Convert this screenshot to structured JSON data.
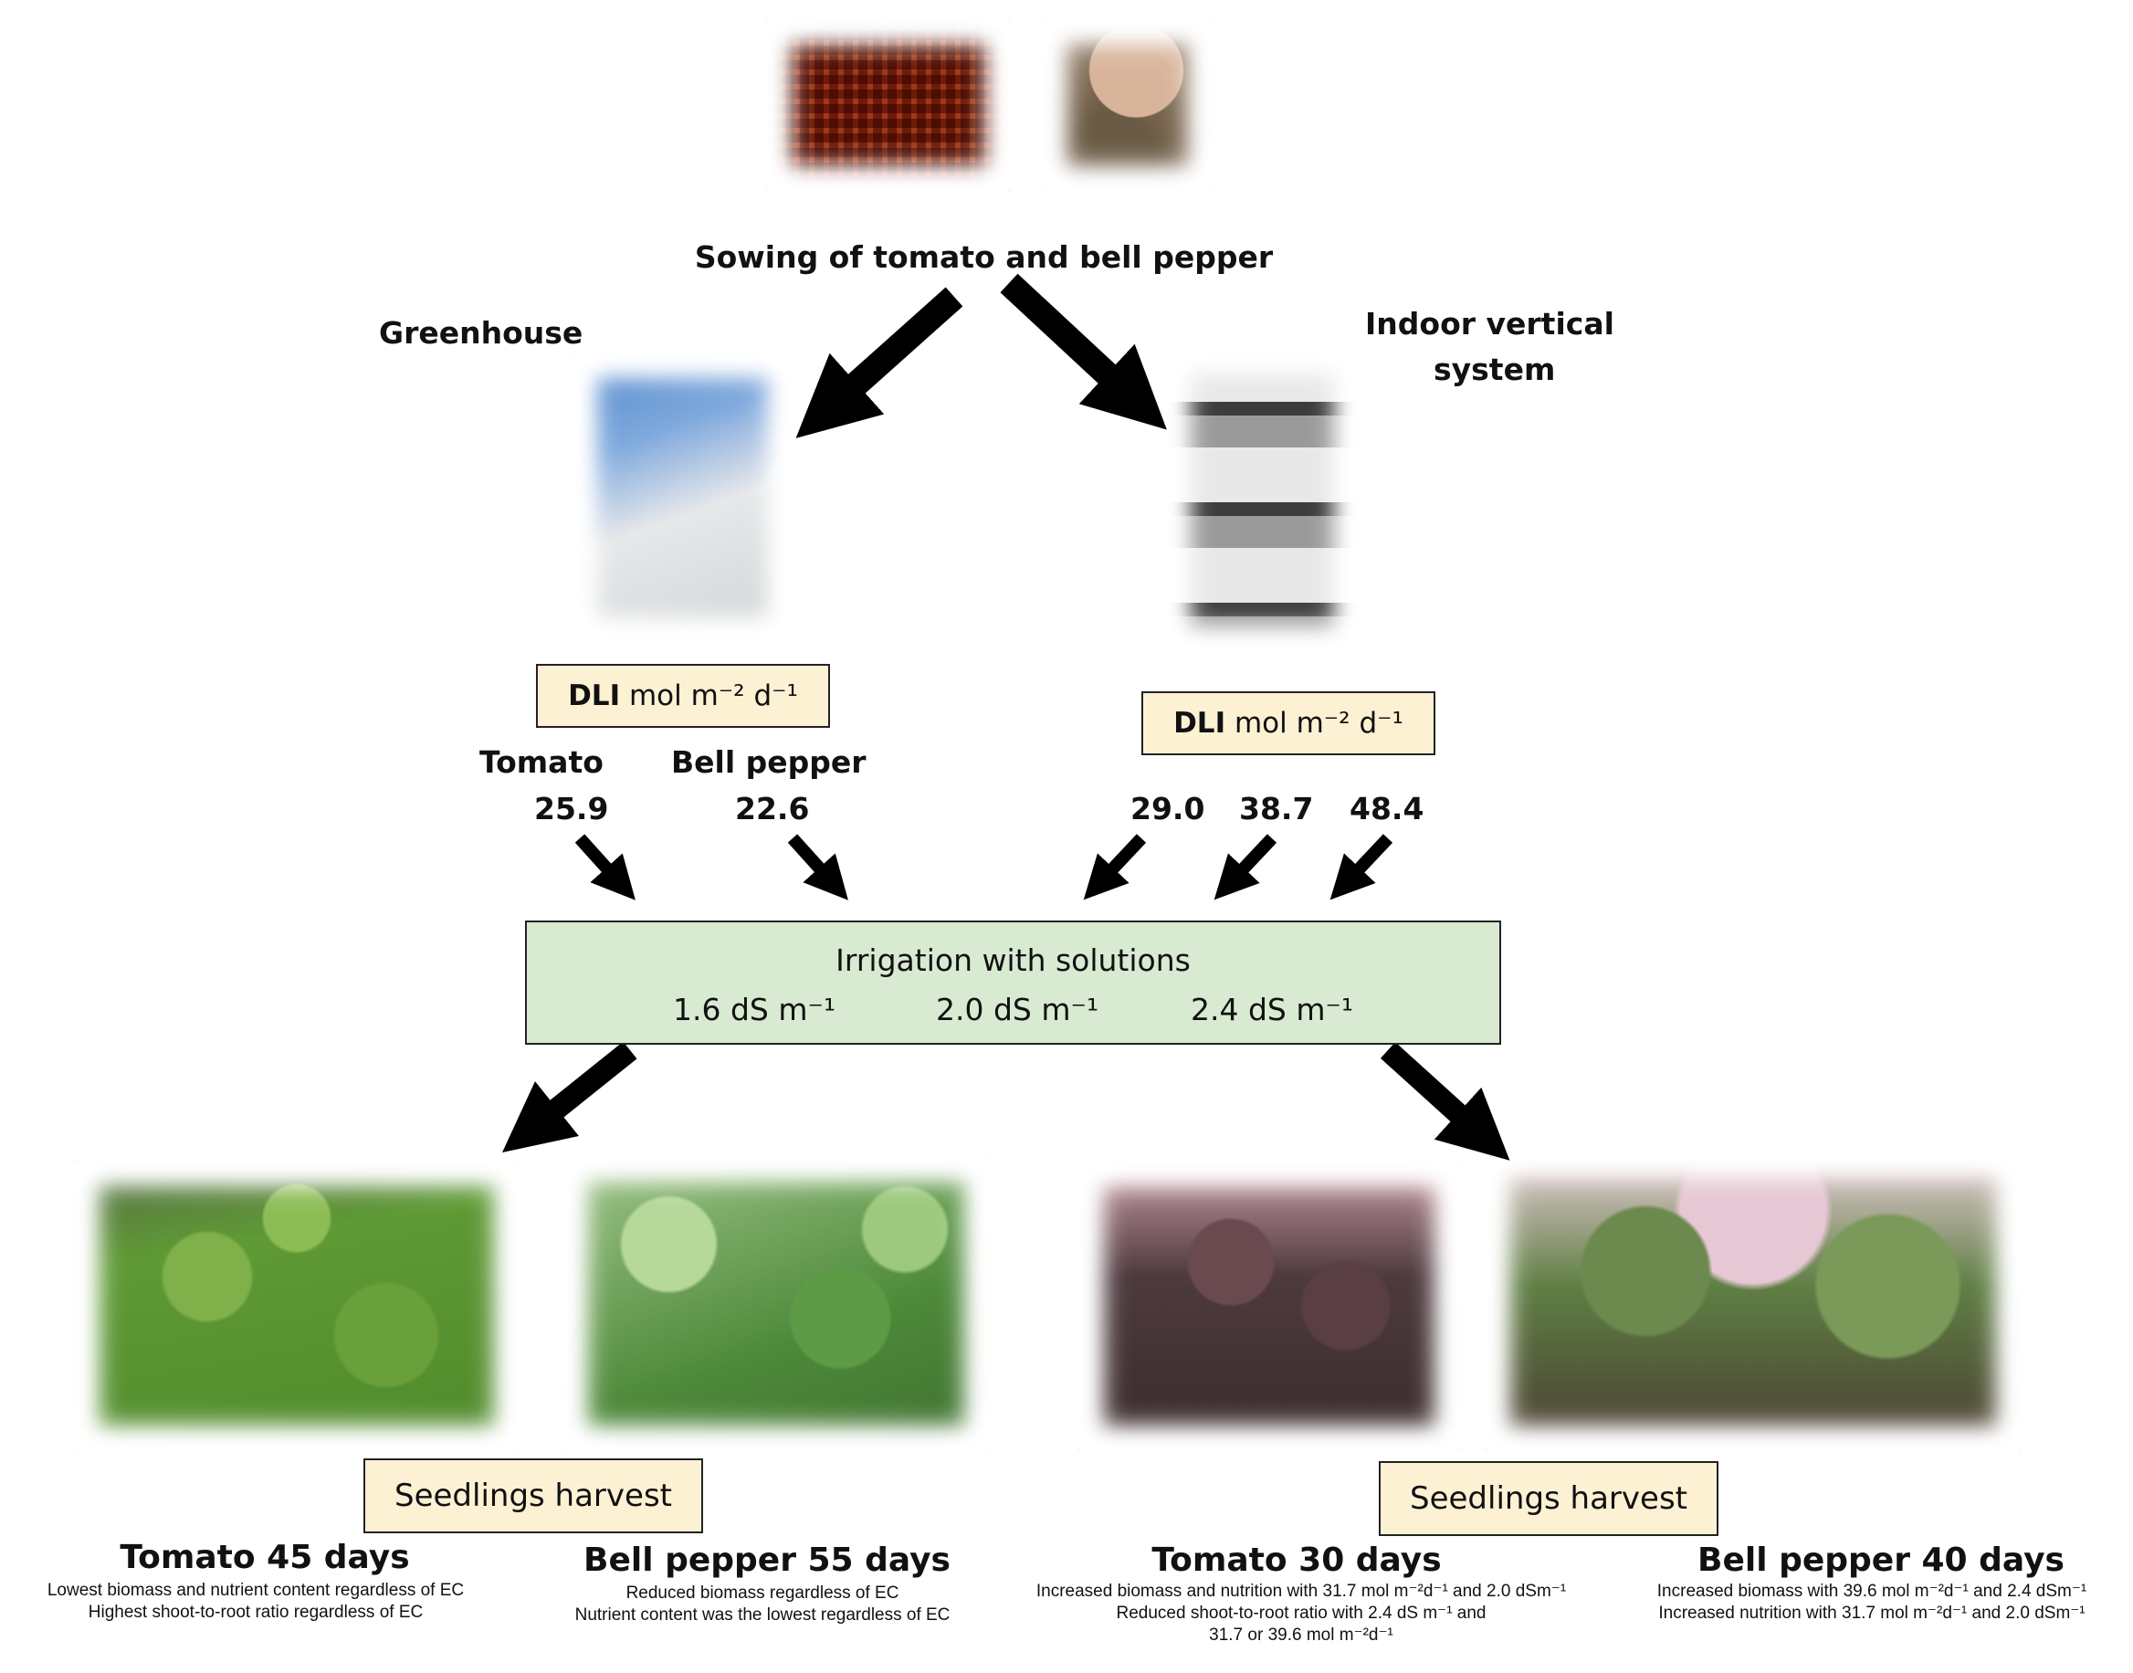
{
  "sowing": {
    "title": "Sowing of tomato and bell pepper"
  },
  "greenhouse": {
    "label": "Greenhouse",
    "dli_label": "DLI",
    "dli_unit": "mol m⁻² d⁻¹",
    "crops": [
      "Tomato",
      "Bell pepper"
    ],
    "values": [
      "25.9",
      "22.6"
    ]
  },
  "indoor": {
    "label_line1": "Indoor vertical",
    "label_line2": "system",
    "dli_label": "DLI",
    "dli_unit": "mol m⁻² d⁻¹",
    "values": [
      "29.0",
      "38.7",
      "48.4"
    ]
  },
  "irrigation": {
    "title": "Irrigation with solutions",
    "levels": [
      "1.6 dS m⁻¹",
      "2.0 dS m⁻¹",
      "2.4 dS m⁻¹"
    ]
  },
  "harvest_left": {
    "label": "Seedlings harvest"
  },
  "harvest_right": {
    "label": "Seedlings harvest"
  },
  "results": {
    "gh_tomato": {
      "title": "Tomato 45 days",
      "lines": [
        "Lowest biomass and nutrient content regardless of EC",
        "Highest shoot-to-root ratio regardless of EC"
      ]
    },
    "gh_pepper": {
      "title": "Bell pepper 55 days",
      "lines": [
        "Reduced biomass regardless of EC",
        "Nutrient content was the lowest regardless of EC"
      ]
    },
    "in_tomato": {
      "title": "Tomato 30 days",
      "lines": [
        "Increased biomass and nutrition with 31.7 mol m⁻²d⁻¹ and 2.0 dSm⁻¹",
        "Reduced shoot-to-root ratio with 2.4 dS m⁻¹ and",
        "31.7 or 39.6 mol m⁻²d⁻¹"
      ]
    },
    "in_pepper": {
      "title": "Bell pepper 40 days",
      "lines": [
        "Increased biomass with 39.6 mol m⁻²d⁻¹ and 2.4 dSm⁻¹",
        "Increased nutrition with 31.7 mol m⁻²d⁻¹ and 2.0 dSm⁻¹"
      ]
    }
  },
  "colors": {
    "dli_box": "#fdf1d4",
    "irrigation_box": "#d9ead2",
    "arrow": "#000000"
  }
}
